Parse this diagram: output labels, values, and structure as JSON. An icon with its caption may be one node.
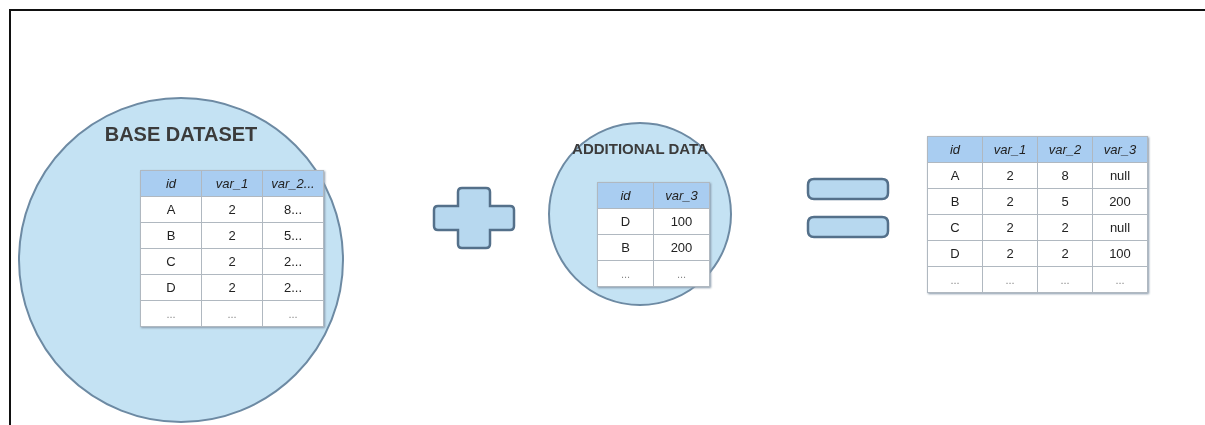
{
  "diagram": {
    "nodes": [
      {
        "text": [
          "BASE DATASET"
        ]
      },
      {
        "text": [
          "ADDITIONAL DATA"
        ]
      }
    ],
    "labels": [
      "id",
      "var_1",
      "var_2...",
      "A",
      "2",
      "8...",
      "B",
      "2",
      "5...",
      "C",
      "2",
      "2...",
      "D",
      "2",
      "2...",
      "...",
      "...",
      "...",
      "id",
      "var_3",
      "D",
      "100",
      "B",
      "200",
      "...",
      "...",
      "id",
      "var_1",
      "var_2",
      "var_3",
      "A",
      "2",
      "8",
      "null",
      "B",
      "2",
      "5",
      "200",
      "C",
      "2",
      "2",
      "null",
      "D",
      "2",
      "2",
      "100",
      "...",
      "...",
      "...",
      "..."
    ]
  }
}
